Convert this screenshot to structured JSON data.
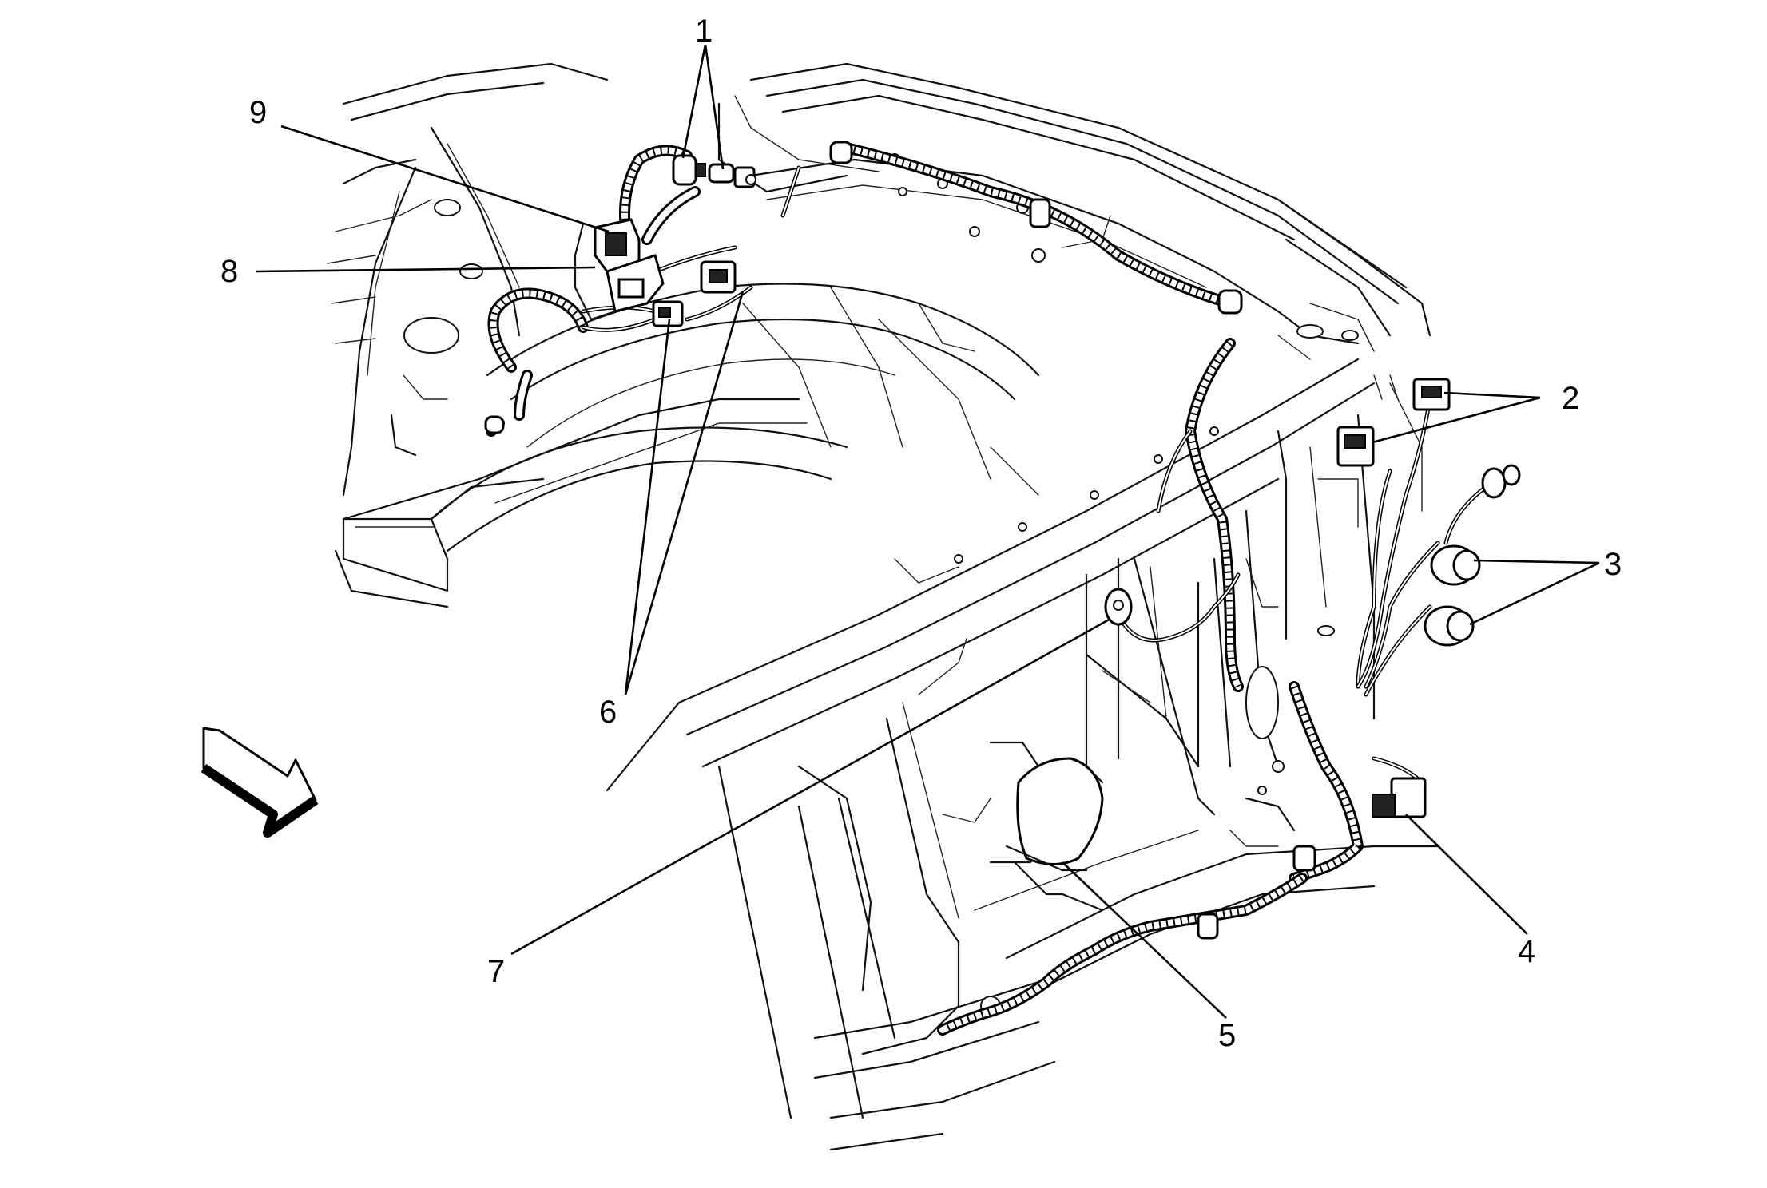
{
  "callouts": [
    {
      "id": "1",
      "label": "1"
    },
    {
      "id": "2",
      "label": "2"
    },
    {
      "id": "3",
      "label": "3"
    },
    {
      "id": "4",
      "label": "4"
    },
    {
      "id": "5",
      "label": "5"
    },
    {
      "id": "6",
      "label": "6"
    },
    {
      "id": "7",
      "label": "7"
    },
    {
      "id": "8",
      "label": "8"
    },
    {
      "id": "9",
      "label": "9"
    }
  ],
  "icons": {
    "view_direction": "view-direction-arrow-icon"
  },
  "colors": {
    "line": "#000000",
    "background": "#ffffff"
  }
}
